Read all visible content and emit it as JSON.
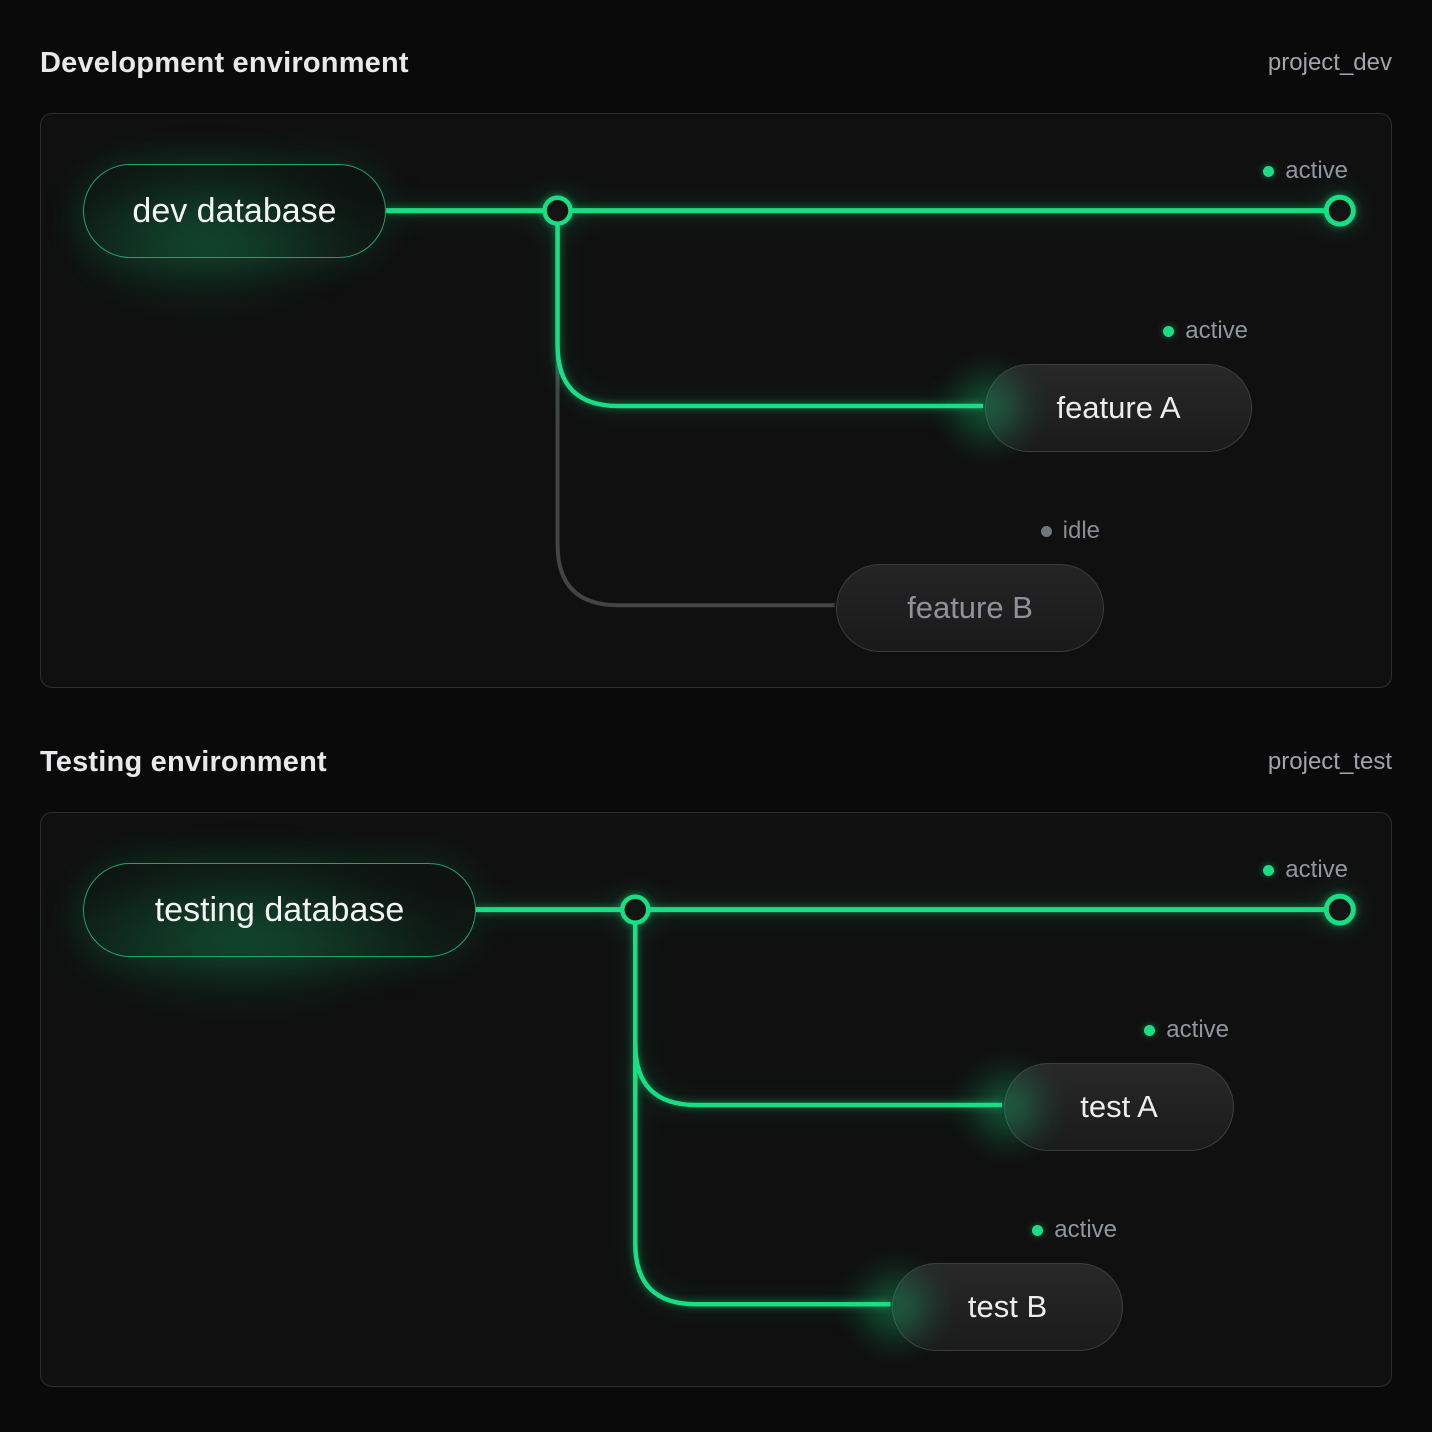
{
  "app": {
    "background_color": "#0a0a0a",
    "accent_green": "#18df84",
    "idle_gray_line": "#424446"
  },
  "environments": [
    {
      "title": "Development environment",
      "project": "project_dev",
      "database": {
        "label": "dev database",
        "status": "active"
      },
      "trunk_status": {
        "label": "active",
        "state": "active"
      },
      "branches": [
        {
          "label": "feature A",
          "status": {
            "label": "active",
            "state": "active"
          }
        },
        {
          "label": "feature B",
          "status": {
            "label": "idle",
            "state": "idle"
          }
        }
      ]
    },
    {
      "title": "Testing environment",
      "project": "project_test",
      "database": {
        "label": "testing database",
        "status": "active"
      },
      "trunk_status": {
        "label": "active",
        "state": "active"
      },
      "branches": [
        {
          "label": "test A",
          "status": {
            "label": "active",
            "state": "active"
          }
        },
        {
          "label": "test B",
          "status": {
            "label": "active",
            "state": "active"
          }
        }
      ]
    }
  ]
}
